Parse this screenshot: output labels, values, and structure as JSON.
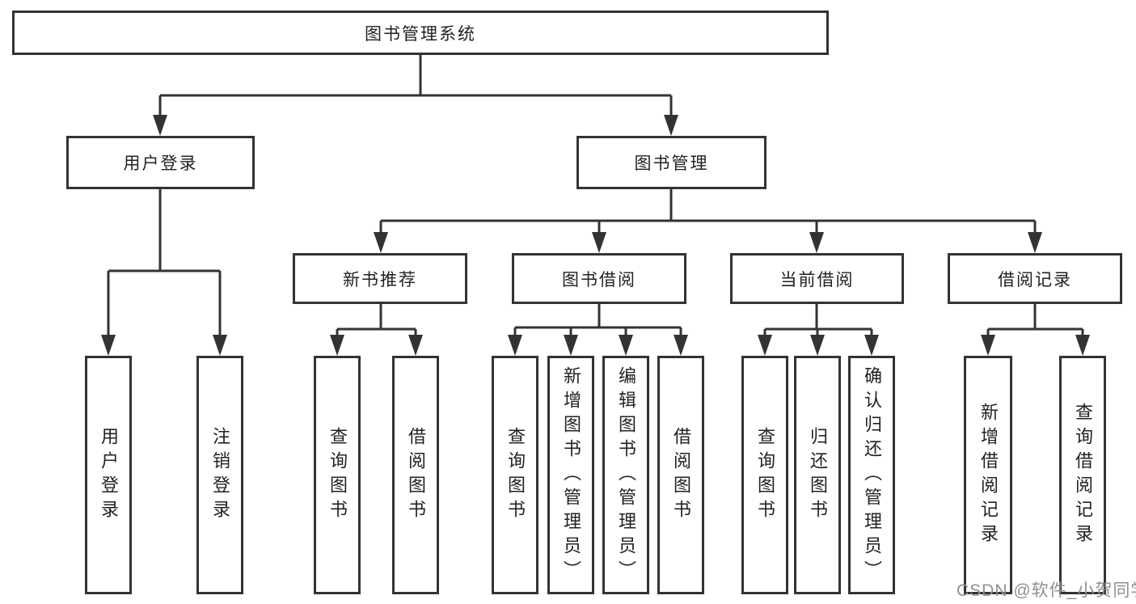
{
  "diagram_title": "图书管理系统",
  "tree": {
    "root": "图书管理系统",
    "children": [
      {
        "label": "用户登录",
        "children": [
          {
            "label": "用户登录"
          },
          {
            "label": "注销登录"
          }
        ]
      },
      {
        "label": "图书管理",
        "children": [
          {
            "label": "新书推荐",
            "children": [
              {
                "label": "查询图书"
              },
              {
                "label": "借阅图书"
              }
            ]
          },
          {
            "label": "图书借阅",
            "children": [
              {
                "label": "查询图书"
              },
              {
                "label": "新增图书（管理员）"
              },
              {
                "label": "编辑图书（管理员）"
              },
              {
                "label": "借阅图书"
              }
            ]
          },
          {
            "label": "当前借阅",
            "children": [
              {
                "label": "查询图书"
              },
              {
                "label": "归还图书"
              },
              {
                "label": "确认归还（管理员）"
              }
            ]
          },
          {
            "label": "借阅记录",
            "children": [
              {
                "label": "新增借阅记录"
              },
              {
                "label": "查询借阅记录"
              }
            ]
          }
        ]
      }
    ]
  },
  "watermark": "CSDN @软件_小贺同学",
  "colors": {
    "line": "#333333",
    "box_border": "#333333",
    "text": "#222222",
    "watermark": "#909090",
    "background": "#ffffff"
  }
}
